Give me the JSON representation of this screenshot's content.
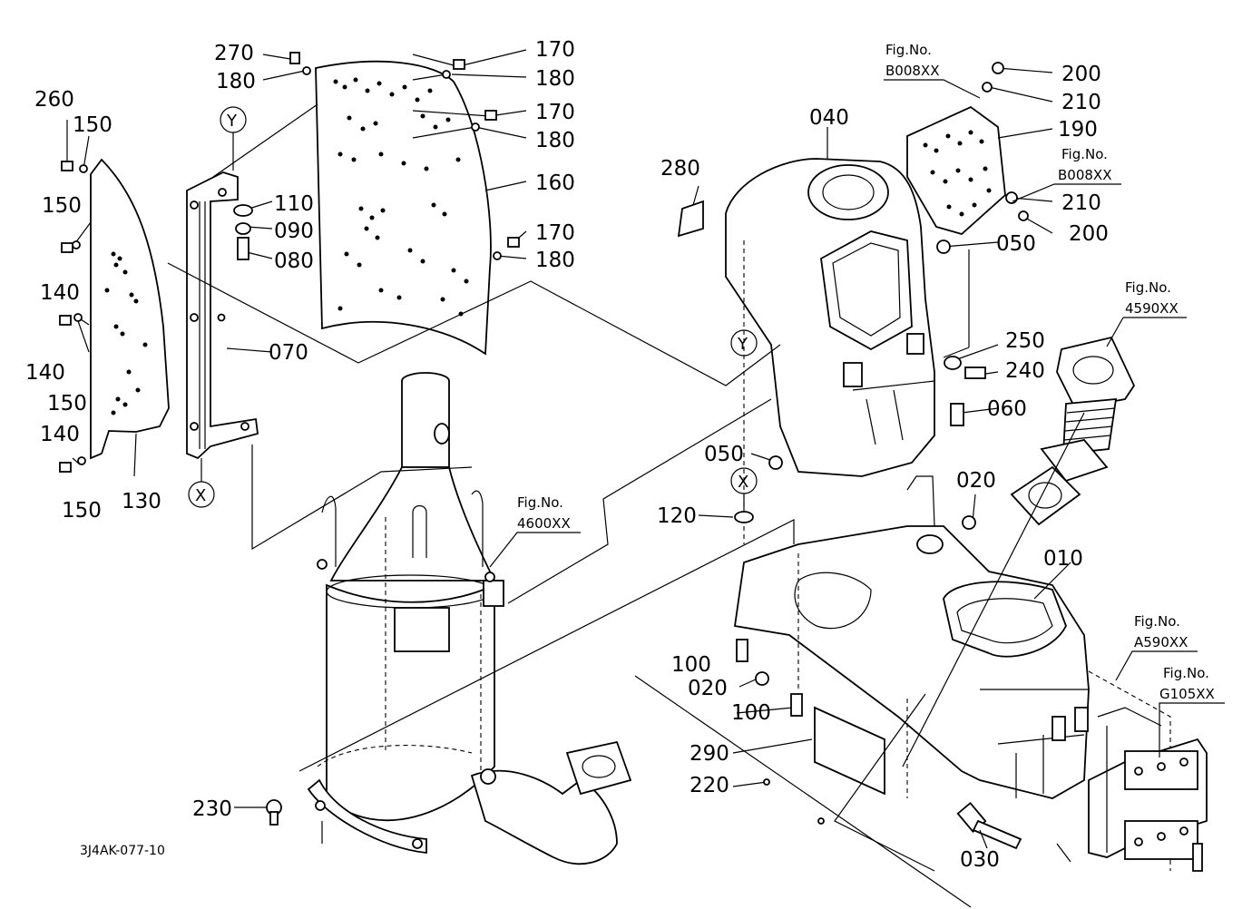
{
  "part_labels": [
    "270",
    "180",
    "170",
    "180",
    "170",
    "180",
    "160",
    "170",
    "180",
    "260",
    "150",
    "150",
    "140",
    "140",
    "150",
    "140",
    "150",
    "130",
    "110",
    "090",
    "080",
    "070",
    "040",
    "280",
    "050",
    "250",
    "240",
    "060",
    "050",
    "120",
    "020",
    "010",
    "100",
    "020",
    "100",
    "290",
    "220",
    "230",
    "030",
    "190",
    "200",
    "210",
    "210",
    "200"
  ],
  "callouts": {
    "fig_label": "Fig.No.",
    "refs": [
      "B008XX",
      "B008XX",
      "4590XX",
      "4600XX",
      "A590XX",
      "G105XX"
    ]
  },
  "markers": [
    "Y",
    "X",
    "Y",
    "X"
  ],
  "drawing_code": "3J4AK-077-10"
}
